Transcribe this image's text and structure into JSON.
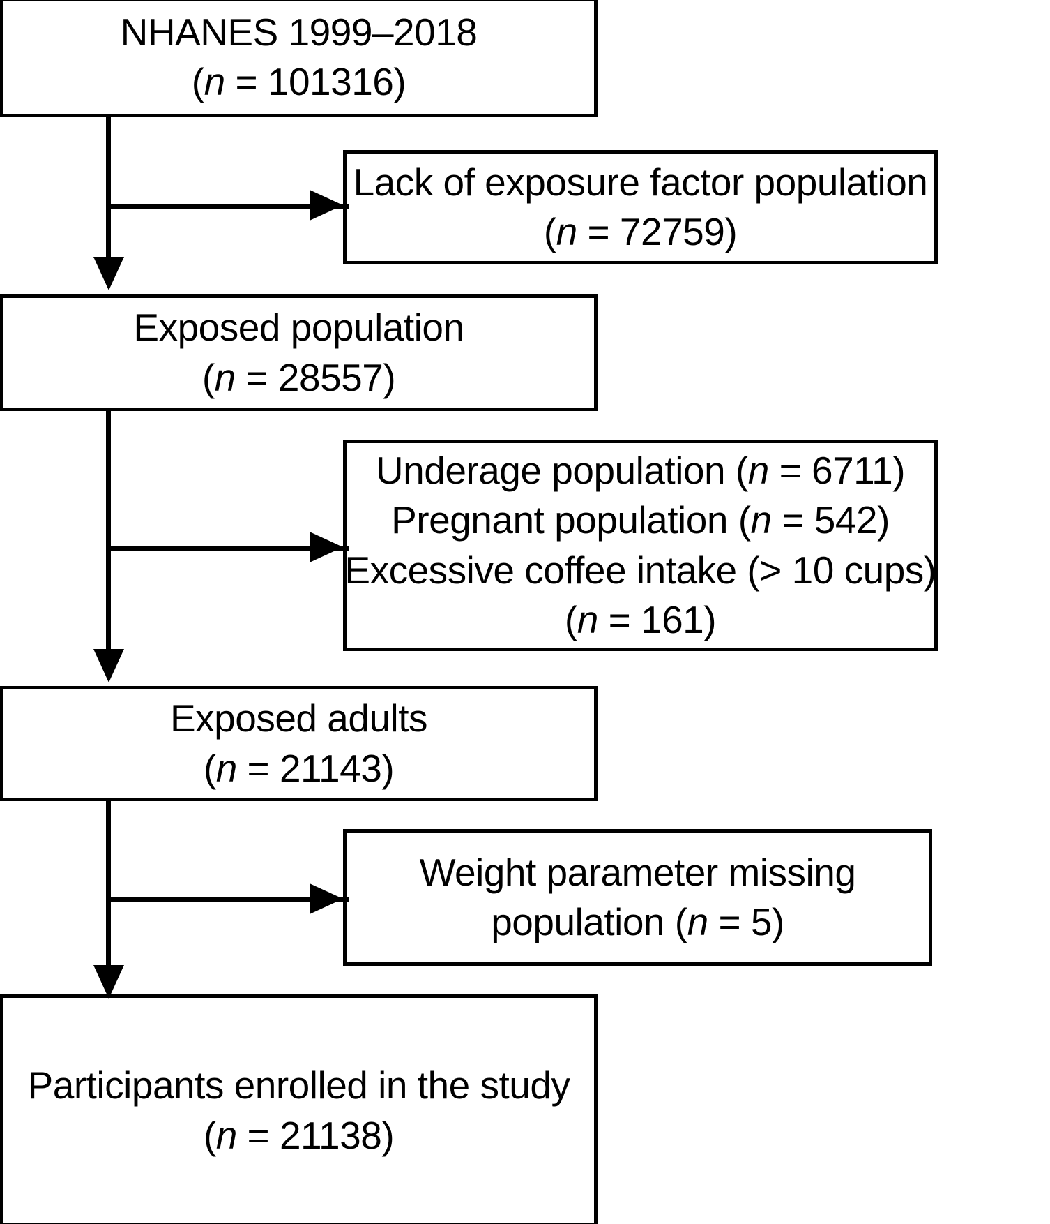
{
  "diagram": {
    "title": "Study participant selection flow diagram",
    "type": "flowchart",
    "colors": {
      "background": "#ffffff",
      "stroke": "#000000",
      "text": "#000000"
    },
    "boxes": {
      "nhanes": {
        "name": "NHANES source population",
        "line1": "NHANES 1999–2018",
        "line2_prefix": "(",
        "line2_var": "n",
        "line2_suffix": " = 101316)",
        "count": 101316
      },
      "lack_exposure": {
        "name": "Excluded: lack of exposure factor",
        "line1": "Lack of exposure factor population",
        "line2_prefix": "(",
        "line2_var": "n",
        "line2_suffix": " = 72759)",
        "count": 72759
      },
      "exposed_population": {
        "name": "Exposed population",
        "line1": "Exposed population",
        "line2_prefix": "(",
        "line2_var": "n",
        "line2_suffix": " = 28557)",
        "count": 28557
      },
      "exclusions": {
        "name": "Excluded: underage, pregnant, excessive coffee",
        "line1_prefix": "Underage population (",
        "line1_var": "n",
        "line1_suffix": " = 6711)",
        "line2_prefix": "Pregnant population (",
        "line2_var": "n",
        "line2_suffix": " = 542)",
        "line3": "Excessive coffee intake (> 10 cups)",
        "line4_prefix": "(",
        "line4_var": "n",
        "line4_suffix": " = 161)",
        "counts": {
          "underage": 6711,
          "pregnant": 542,
          "excessive_coffee": 161
        }
      },
      "exposed_adults": {
        "name": "Exposed adults",
        "line1": "Exposed adults",
        "line2_prefix": "(",
        "line2_var": "n",
        "line2_suffix": " = 21143)",
        "count": 21143
      },
      "weight_missing": {
        "name": "Excluded: weight parameter missing",
        "line1": "Weight parameter missing",
        "line2_prefix": "population (",
        "line2_var": "n",
        "line2_suffix": " = 5)",
        "count": 5
      },
      "enrolled": {
        "name": "Participants enrolled in the study",
        "line1": "Participants enrolled in the study",
        "line2_prefix": "(",
        "line2_var": "n",
        "line2_suffix": " = 21138)",
        "count": 21138
      }
    },
    "connectors": [
      {
        "name": "nhanes-to-exposed-population",
        "kind": "vertical-arrow"
      },
      {
        "name": "nhanes-to-lack-exposure",
        "kind": "horizontal-arrow"
      },
      {
        "name": "exposed-population-to-exposed-adults",
        "kind": "vertical-arrow"
      },
      {
        "name": "exposed-population-to-exclusions",
        "kind": "horizontal-arrow"
      },
      {
        "name": "exposed-adults-to-enrolled",
        "kind": "vertical-arrow"
      },
      {
        "name": "exposed-adults-to-weight-missing",
        "kind": "horizontal-arrow"
      }
    ]
  }
}
